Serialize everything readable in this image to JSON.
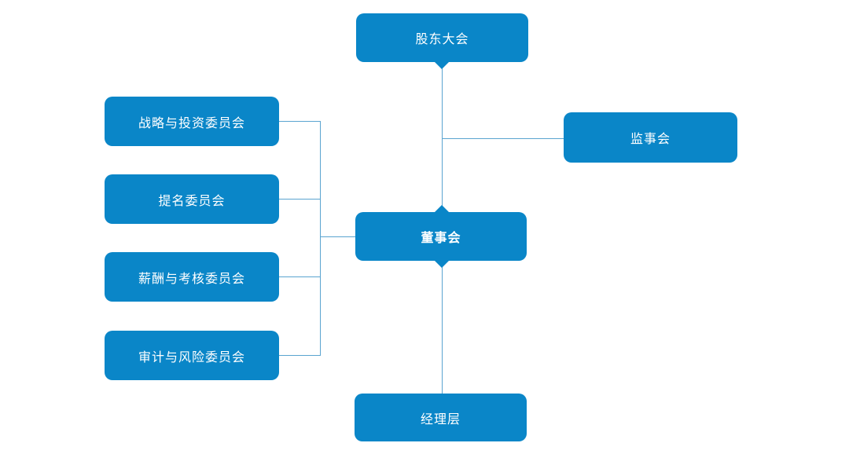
{
  "colors": {
    "node_fill": "#0a86c8",
    "node_text": "#ffffff",
    "connector": "#5aa4d0",
    "background": "#ffffff"
  },
  "nodes": [
    {
      "id": "shareholders-meeting",
      "label": "股东大会"
    },
    {
      "id": "strategy-investment-committee",
      "label": "战略与投资委员会"
    },
    {
      "id": "nomination-committee",
      "label": "提名委员会"
    },
    {
      "id": "remuneration-appraisal-committee",
      "label": "薪酬与考核委员会"
    },
    {
      "id": "audit-risk-committee",
      "label": "审计与风险委员会"
    },
    {
      "id": "board-of-directors",
      "label": "董事会"
    },
    {
      "id": "supervisory-board",
      "label": "监事会"
    },
    {
      "id": "management-team",
      "label": "经理层"
    }
  ],
  "edges": [
    {
      "from": "股东大会",
      "to": "董事会"
    },
    {
      "from": "股东大会",
      "to": "监事会"
    },
    {
      "from": "董事会",
      "to": "经理层"
    },
    {
      "from": "董事会",
      "to": "战略与投资委员会"
    },
    {
      "from": "董事会",
      "to": "提名委员会"
    },
    {
      "from": "董事会",
      "to": "薪酬与考核委员会"
    },
    {
      "from": "董事会",
      "to": "审计与风险委员会"
    }
  ]
}
